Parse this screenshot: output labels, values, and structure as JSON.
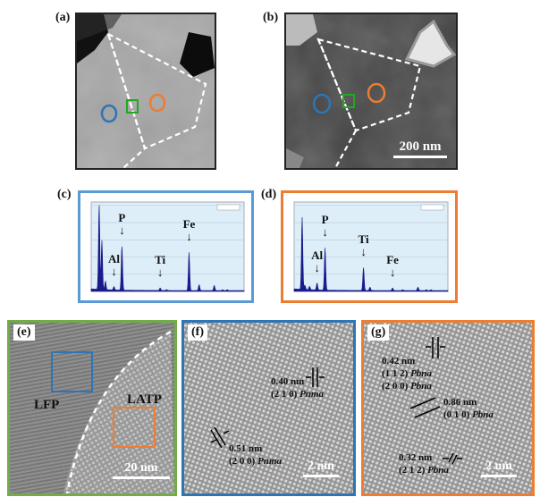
{
  "panels": {
    "a": {
      "label": "(a)"
    },
    "b": {
      "label": "(b)",
      "scale_bar": "200 nm"
    },
    "c": {
      "label": "(c)",
      "border_color": "#5b9bd5"
    },
    "d": {
      "label": "(d)",
      "border_color": "#ed7d31"
    },
    "e": {
      "label": "(e)",
      "border_color": "#70ad47",
      "region_left": "LFP",
      "region_right": "LATP",
      "scale_bar": "20 nm"
    },
    "f": {
      "label": "(f)",
      "border_color": "#2e75b6",
      "scale_bar": "2 nm",
      "annotations": [
        {
          "d": "0.40 nm",
          "plane": "(2 1 0)",
          "group": "Pnma"
        },
        {
          "d": "0.51 nm",
          "plane": "(2 0 0)",
          "group": "Pnma"
        }
      ]
    },
    "g": {
      "label": "(g)",
      "border_color": "#ed7d31",
      "scale_bar": "2 nm",
      "annotations": [
        {
          "d": "0.42 nm",
          "plane": "(1 1 2)",
          "group": "Pbna",
          "plane2": "(2 0 0)",
          "group2": "Pbna"
        },
        {
          "d": "0.86 nm",
          "plane": "(0 1 0)",
          "group": "Pbna"
        },
        {
          "d": "0.32 nm",
          "plane": "(2 1 2)",
          "group": "Pbna"
        }
      ]
    }
  },
  "marker_colors": {
    "blue": "#2e75b6",
    "orange": "#ed7d31",
    "green": "#22a822"
  },
  "chart_data": [
    {
      "panel": "c",
      "type": "line",
      "xlim": [
        0,
        10
      ],
      "ylim": [
        0,
        1.05
      ],
      "grid": true,
      "plot_bg": "#ddeef8",
      "line_color": "#1a1a8c",
      "peaks": [
        {
          "x": 0.52,
          "y": 1.0
        },
        {
          "x": 0.7,
          "y": 0.58
        },
        {
          "x": 0.93,
          "y": 0.1
        },
        {
          "x": 1.49,
          "y": 0.04,
          "label": "Al"
        },
        {
          "x": 2.01,
          "y": 0.52,
          "label": "P"
        },
        {
          "x": 4.51,
          "y": 0.03,
          "label": "Ti"
        },
        {
          "x": 4.93,
          "y": 0.01
        },
        {
          "x": 6.4,
          "y": 0.45,
          "label": "Fe"
        },
        {
          "x": 7.06,
          "y": 0.07
        },
        {
          "x": 8.05,
          "y": 0.06
        },
        {
          "x": 8.6,
          "y": 0.01
        },
        {
          "x": 8.9,
          "y": 0.01
        }
      ]
    },
    {
      "panel": "d",
      "type": "line",
      "xlim": [
        0,
        10
      ],
      "ylim": [
        0,
        1.05
      ],
      "grid": true,
      "plot_bg": "#ddeef8",
      "line_color": "#1a1a8c",
      "peaks": [
        {
          "x": 0.52,
          "y": 0.85
        },
        {
          "x": 0.7,
          "y": 0.05
        },
        {
          "x": 1.0,
          "y": 0.04
        },
        {
          "x": 1.49,
          "y": 0.08,
          "label": "Al"
        },
        {
          "x": 2.01,
          "y": 0.5,
          "label": "P"
        },
        {
          "x": 4.51,
          "y": 0.27,
          "label": "Ti"
        },
        {
          "x": 4.93,
          "y": 0.04
        },
        {
          "x": 6.4,
          "y": 0.03,
          "label": "Fe"
        },
        {
          "x": 7.06,
          "y": 0.01
        },
        {
          "x": 8.05,
          "y": 0.04
        },
        {
          "x": 8.6,
          "y": 0.01
        },
        {
          "x": 8.9,
          "y": 0.01
        }
      ]
    }
  ]
}
